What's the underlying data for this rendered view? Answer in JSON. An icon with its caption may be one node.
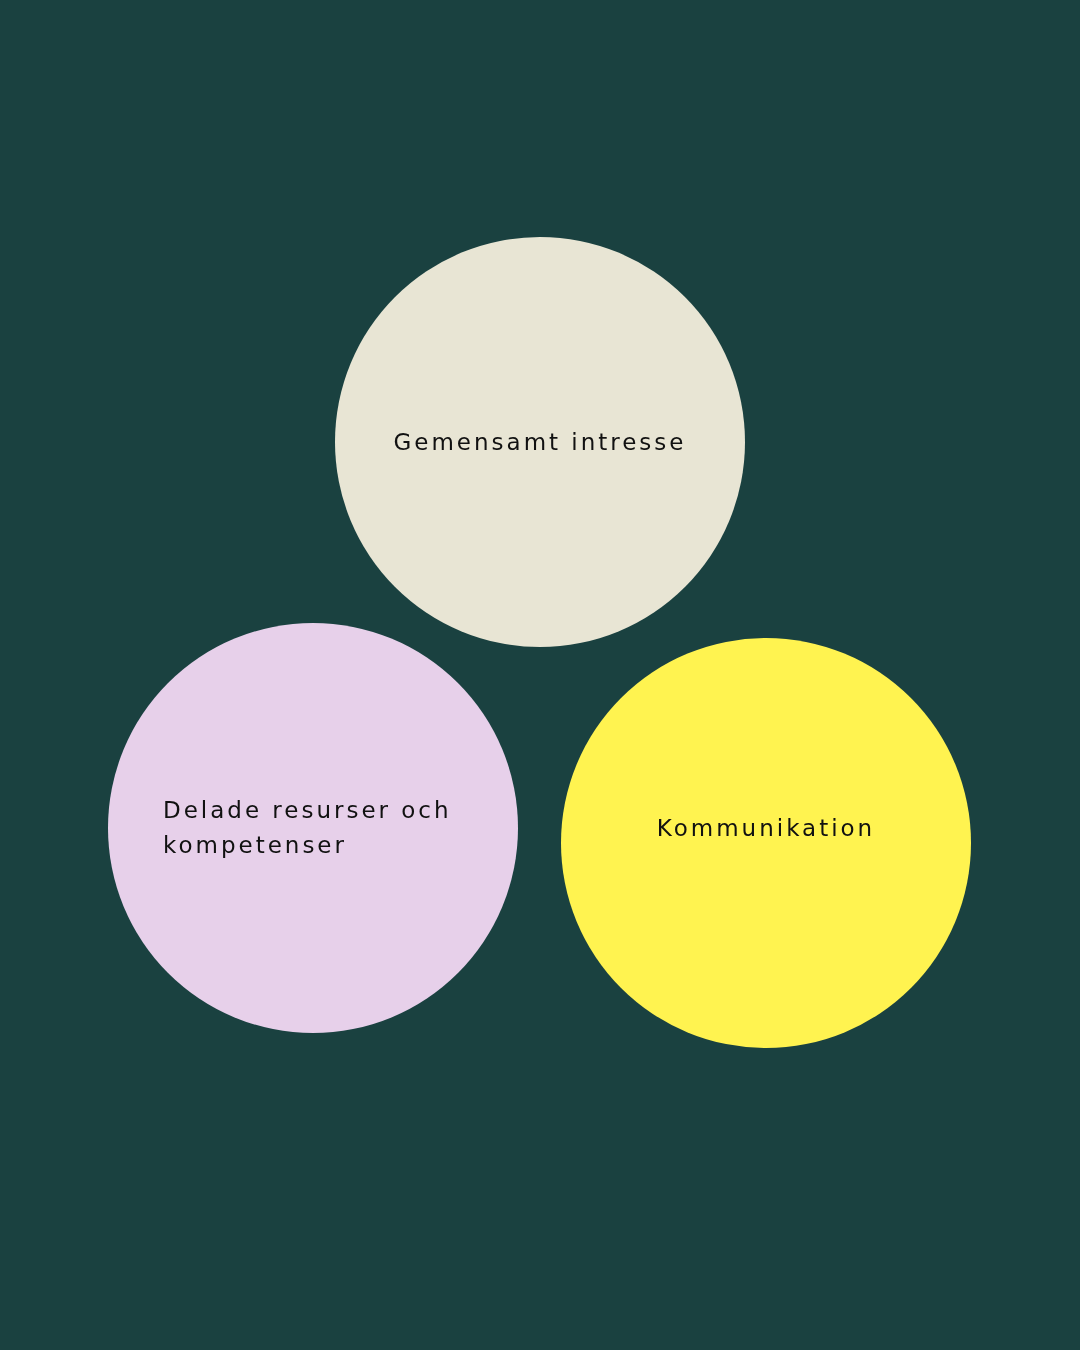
{
  "diagram": {
    "nodes": [
      {
        "text": [
          "Gemensamt intresse"
        ]
      },
      {
        "text": [
          "Delade resurser och kompetenser"
        ]
      },
      {
        "text": [
          "Kommunikation"
        ]
      }
    ]
  }
}
